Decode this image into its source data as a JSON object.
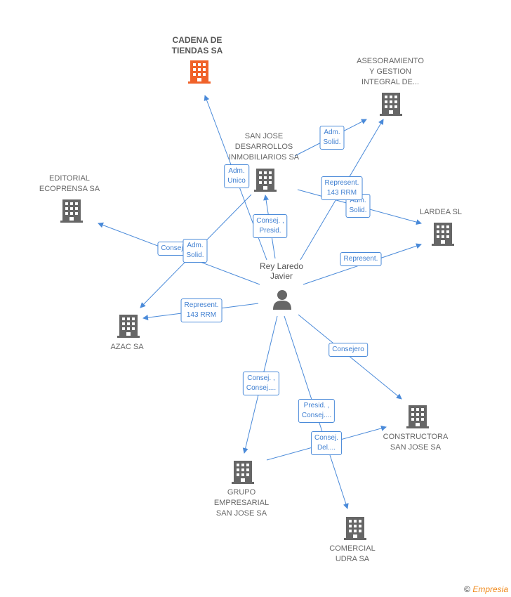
{
  "person": {
    "name_line1": "Rey Laredo",
    "name_line2": "Javier"
  },
  "colors": {
    "edge": "#4a8ad9",
    "building": "#666666",
    "building_main": "#f0622a"
  },
  "companies": {
    "cadena": {
      "lines": [
        "CADENA DE",
        "TIENDAS SA"
      ]
    },
    "asesoramiento": {
      "lines": [
        "ASESORAMIENTO",
        "Y GESTION",
        "INTEGRAL DE..."
      ]
    },
    "sanjose_des": {
      "lines": [
        "SAN JOSE",
        "DESARROLLOS",
        "INMOBILIARIOS SA"
      ]
    },
    "editorial": {
      "lines": [
        "EDITORIAL",
        "ECOPRENSA SA"
      ]
    },
    "lardea": {
      "lines": [
        "LARDEA SL"
      ]
    },
    "azac": {
      "lines": [
        "AZAC SA"
      ]
    },
    "constructora": {
      "lines": [
        "CONSTRUCTORA",
        "SAN JOSE SA"
      ]
    },
    "grupo": {
      "lines": [
        "GRUPO",
        "EMPRESARIAL",
        "SAN JOSE SA"
      ]
    },
    "comercial": {
      "lines": [
        "COMERCIAL",
        "UDRA SA"
      ]
    }
  },
  "edge_labels": {
    "adm_solid_asesor": [
      "Adm.",
      "Solid."
    ],
    "adm_unico": [
      "Adm.",
      "Unico"
    ],
    "represent_143_top": [
      "Represent.",
      "143 RRM"
    ],
    "adm_solid_lardea": [
      "Adm.",
      "Solid."
    ],
    "consej_presid": [
      "Consej. ,",
      "Presid."
    ],
    "consej_cut": [
      "Consej"
    ],
    "adm_solid_left": [
      "Adm.",
      "Solid."
    ],
    "represent_lardea": [
      "Represent."
    ],
    "represent_143_azac": [
      "Represent.",
      "143 RRM"
    ],
    "consejero": [
      "Consejero"
    ],
    "consej_consej": [
      "Consej. ,",
      "Consej...."
    ],
    "presid_consej": [
      "Presid. ,",
      "Consej...."
    ],
    "consej_del": [
      "Consej.",
      "Del...."
    ]
  },
  "footer": {
    "copyright": "©",
    "brand": "Empresia"
  }
}
